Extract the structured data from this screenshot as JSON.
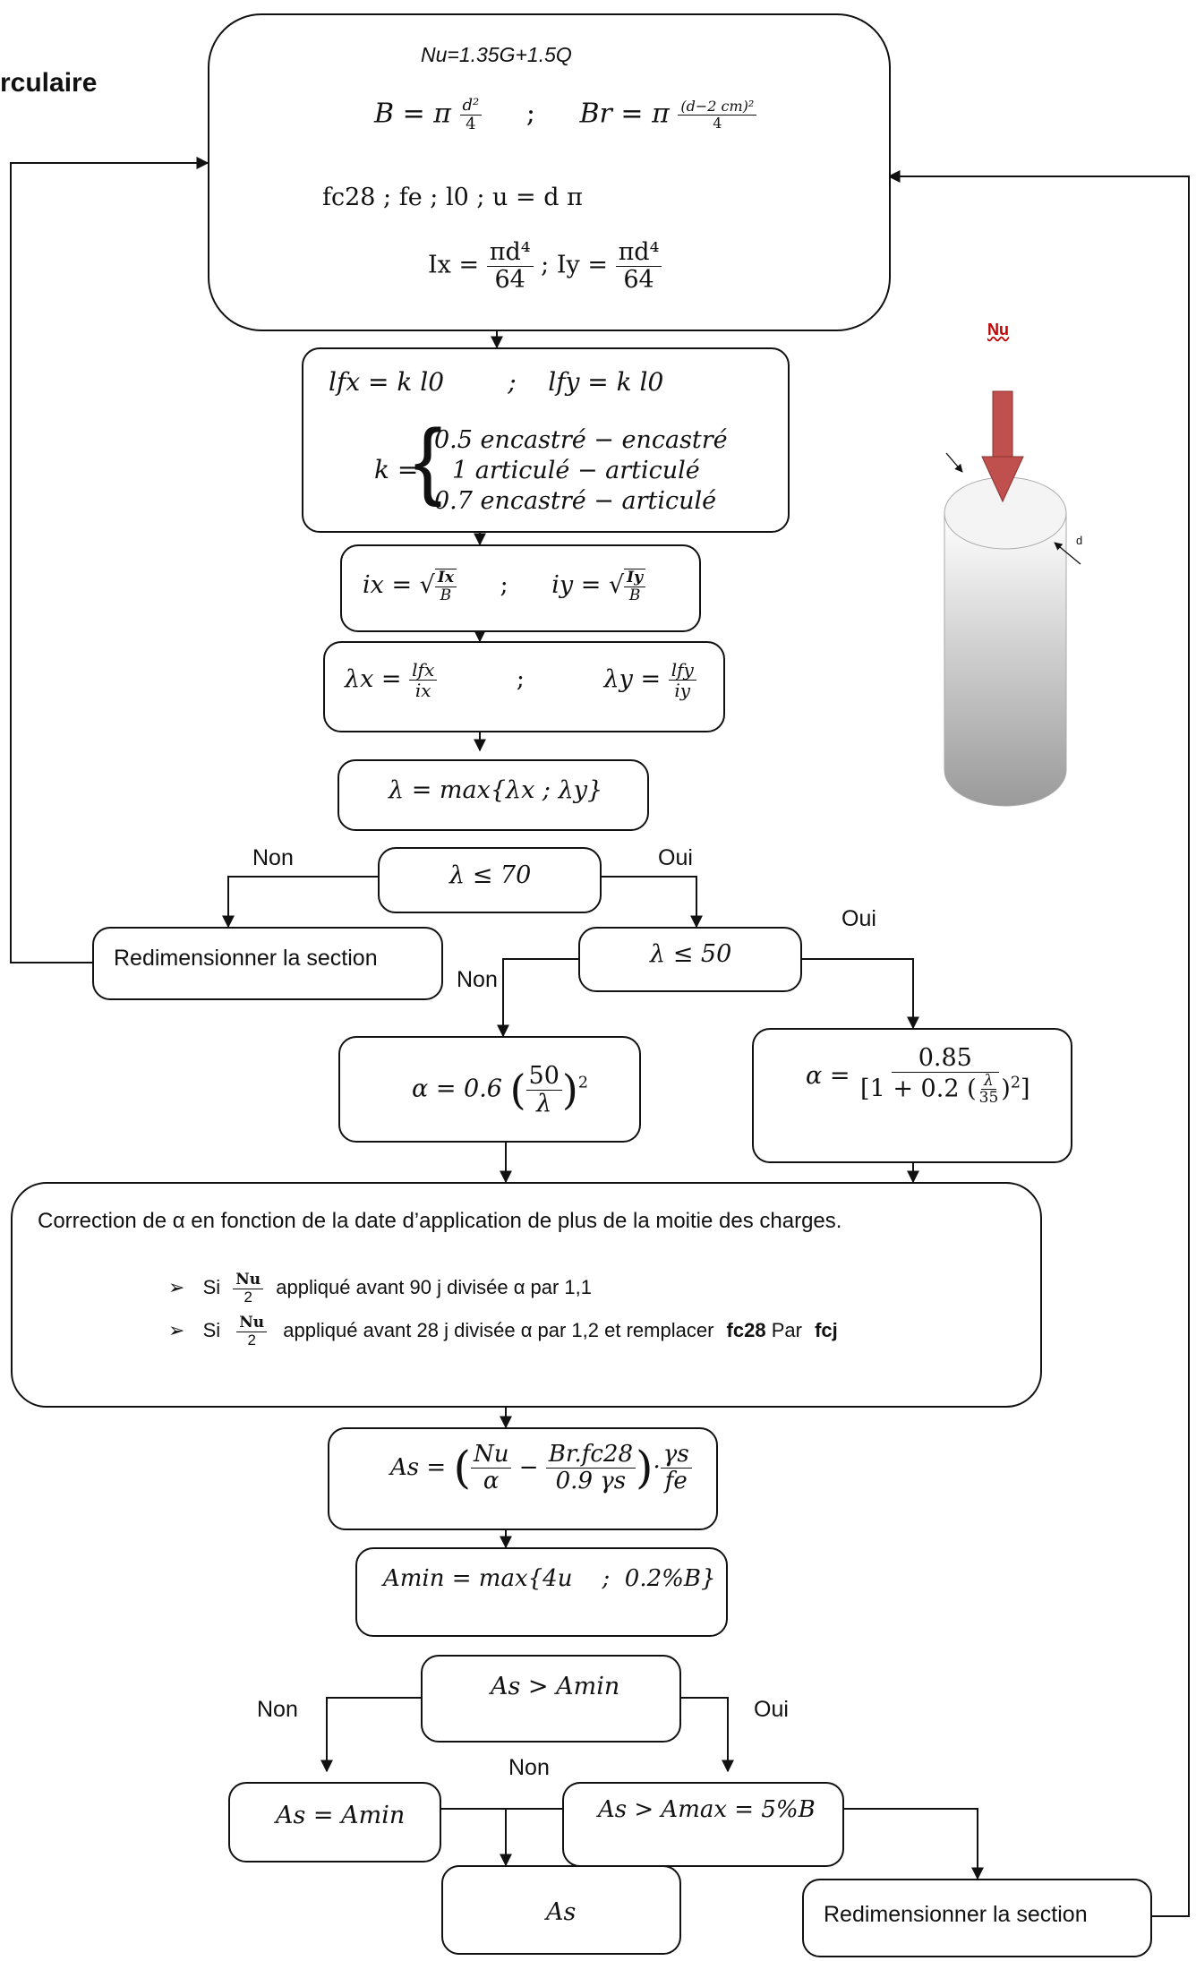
{
  "page": {
    "section_title_fragment": "rculaire"
  },
  "colors": {
    "arrow_red": "#c0504d",
    "column_gradient_top": "#ffffff",
    "column_gradient_bottom": "#9a9a9a",
    "nu_label": "#c00000"
  },
  "input_box": {
    "nu_formula": "Nu=1.35G+1.5Q",
    "b_lhs": "B = π",
    "b_num": "d²",
    "b_den": "4",
    "sep": ";",
    "br_lhs": "Br = π",
    "br_num": "(d−2 cm)²",
    "br_den": "4",
    "materials": "fc28 ; fe ; l0 ; u = d π",
    "ix_lhs": "Ix =",
    "ix_num": "πd⁴",
    "ix_den": "64",
    "iy_lhs": "; Iy =",
    "iy_num": "πd⁴",
    "iy_den": "64"
  },
  "buckling_length_box": {
    "lf_line": "lfx = k l0        ;    lfy = k l0",
    "k_label": "k =",
    "k_case_1": "0.5  encastré − encastré",
    "k_case_2": "1  articulé − articulé",
    "k_case_3": "0.7  encastré − articulé"
  },
  "radius_box": {
    "ix_lhs": "ix =",
    "ix_num": "Ix",
    "ix_den": "B",
    "sep": ";",
    "iy_lhs": "iy =",
    "iy_num": "Iy",
    "iy_den": "B"
  },
  "slenderness_box": {
    "lx_lhs": "λx =",
    "lx_num": "lfx",
    "lx_den": "ix",
    "sep": ";",
    "ly_lhs": "λy =",
    "ly_num": "lfy",
    "ly_den": "iy"
  },
  "lambda_max_box": {
    "text": "λ = max{λx  ;  λy}"
  },
  "check_70": {
    "text": "λ ≤ 70",
    "no_label": "Non",
    "yes_label": "Oui"
  },
  "resize_left": {
    "text": "Redimensionner la section"
  },
  "check_50": {
    "text": "λ ≤ 50",
    "no_label": "Non",
    "yes_label": "Oui"
  },
  "alpha_large": {
    "lhs": "α = 0.6",
    "num": "50",
    "den": "λ",
    "exp": "2"
  },
  "alpha_small": {
    "lhs": "α =",
    "num": "0.85",
    "den_prefix": "1 + 0.2",
    "den_num": "λ",
    "den_den": "35",
    "exp": "2"
  },
  "correction_box": {
    "intro": "Correction de α en fonction de la date d’application de plus de la moitie des charges.",
    "bullet_1_si": "Si",
    "bullet_1_num": "Nu",
    "bullet_1_den": "2",
    "bullet_1_text": "appliqué avant  90 j divisée  α par  1,1",
    "bullet_2_si": "Si",
    "bullet_2_num": "Nu",
    "bullet_2_den": "2",
    "bullet_2_text": "appliqué avant  28 j divisée  α par  1,2 et remplacer",
    "bullet_2_fc28": "fc28",
    "bullet_2_par": "Par",
    "bullet_2_fcj": "fcj",
    "bullet_marker": "➢"
  },
  "as_box": {
    "lhs": "As =",
    "n_num": "Nu",
    "n_den": "α",
    "minus": "−",
    "b_num": "Br.fc28",
    "b_den": "0.9 γs",
    "g_num": "γs",
    "g_den": "fe"
  },
  "amin_box": {
    "text": "Amin = max{4u    ;  0.2%B}"
  },
  "check_amin": {
    "text": "As > Amin",
    "no_label": "Non",
    "yes_label": "Oui"
  },
  "as_eq_amin": {
    "text": "As = Amin"
  },
  "check_amax": {
    "text": "As > Amax = 5%B",
    "no_label": "Non"
  },
  "as_final": {
    "text": "As"
  },
  "resize_right": {
    "text": "Redimensionner la section"
  },
  "column_figure": {
    "load_label": "Nu",
    "diameter_label": "d"
  }
}
